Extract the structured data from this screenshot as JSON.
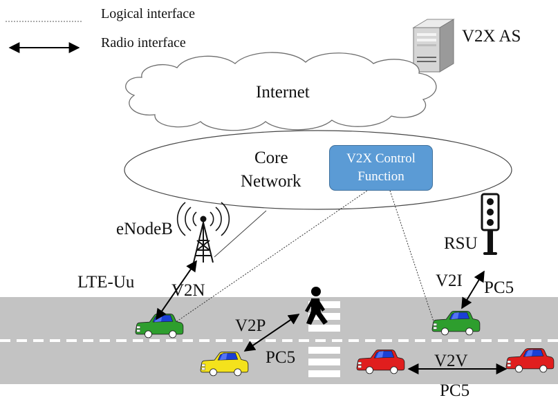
{
  "legend": {
    "logical": "Logical interface",
    "radio": "Radio interface"
  },
  "nodes": {
    "v2x_as": "V2X AS",
    "internet": "Internet",
    "core_line1": "Core",
    "core_line2": "Network",
    "ctrl_line1": "V2X Control",
    "ctrl_line2": "Function",
    "enodeb": "eNodeB",
    "rsu": "RSU"
  },
  "links": {
    "lte_uu": "LTE-Uu",
    "v2n": "V2N",
    "v2p": "V2P",
    "pc5_p": "PC5",
    "v2i": "V2I",
    "pc5_i": "PC5",
    "v2v": "V2V",
    "pc5_v": "PC5"
  },
  "colors": {
    "road": "#c3c3c3",
    "control_box": "#5b9bd5",
    "car_green": "#2e9e2e",
    "car_yellow": "#f4e21c",
    "car_red": "#e01e1e",
    "car_window": "#1a3fd6"
  }
}
